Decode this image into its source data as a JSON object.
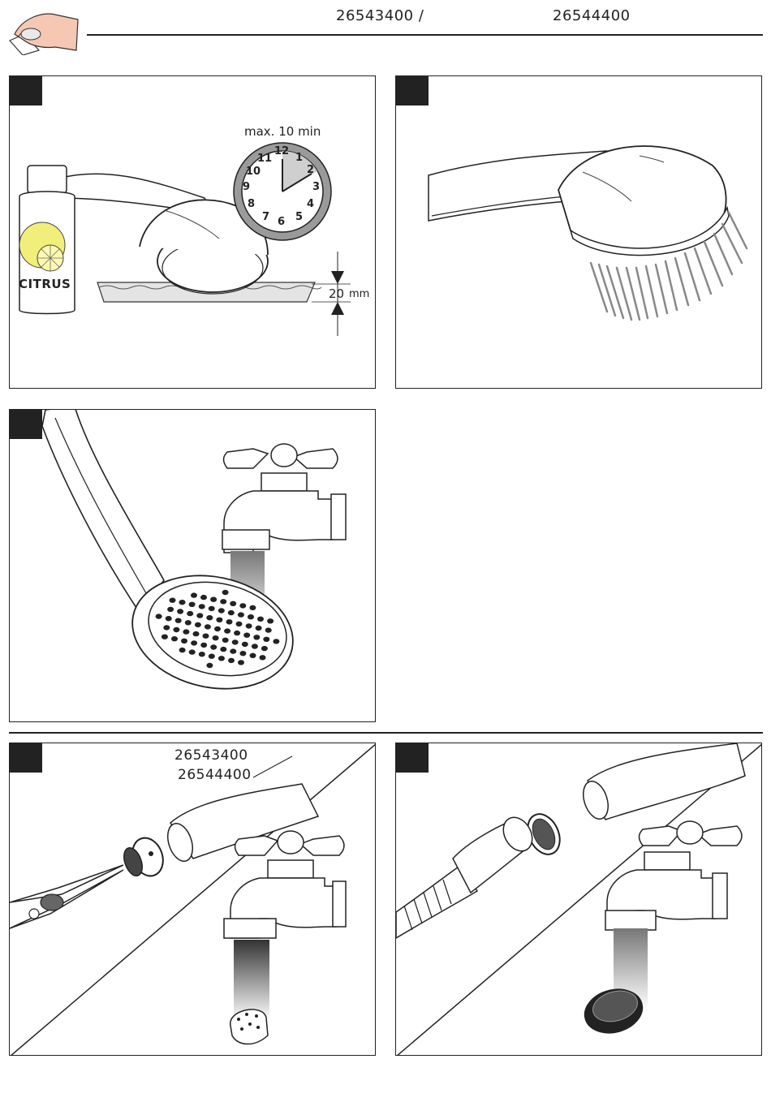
{
  "header": {
    "model_a": "26543400 /",
    "model_b": "26544400"
  },
  "panel1": {
    "time_label": "max. 10 min",
    "clock_numbers": [
      "12",
      "1",
      "2",
      "3",
      "4",
      "5",
      "6",
      "7",
      "8",
      "9",
      "10",
      "11"
    ],
    "bottle_label": "CITRUS",
    "depth_value": "20",
    "depth_unit": "mm"
  },
  "panel4": {
    "model_a": "26543400",
    "model_b": "26544400"
  }
}
